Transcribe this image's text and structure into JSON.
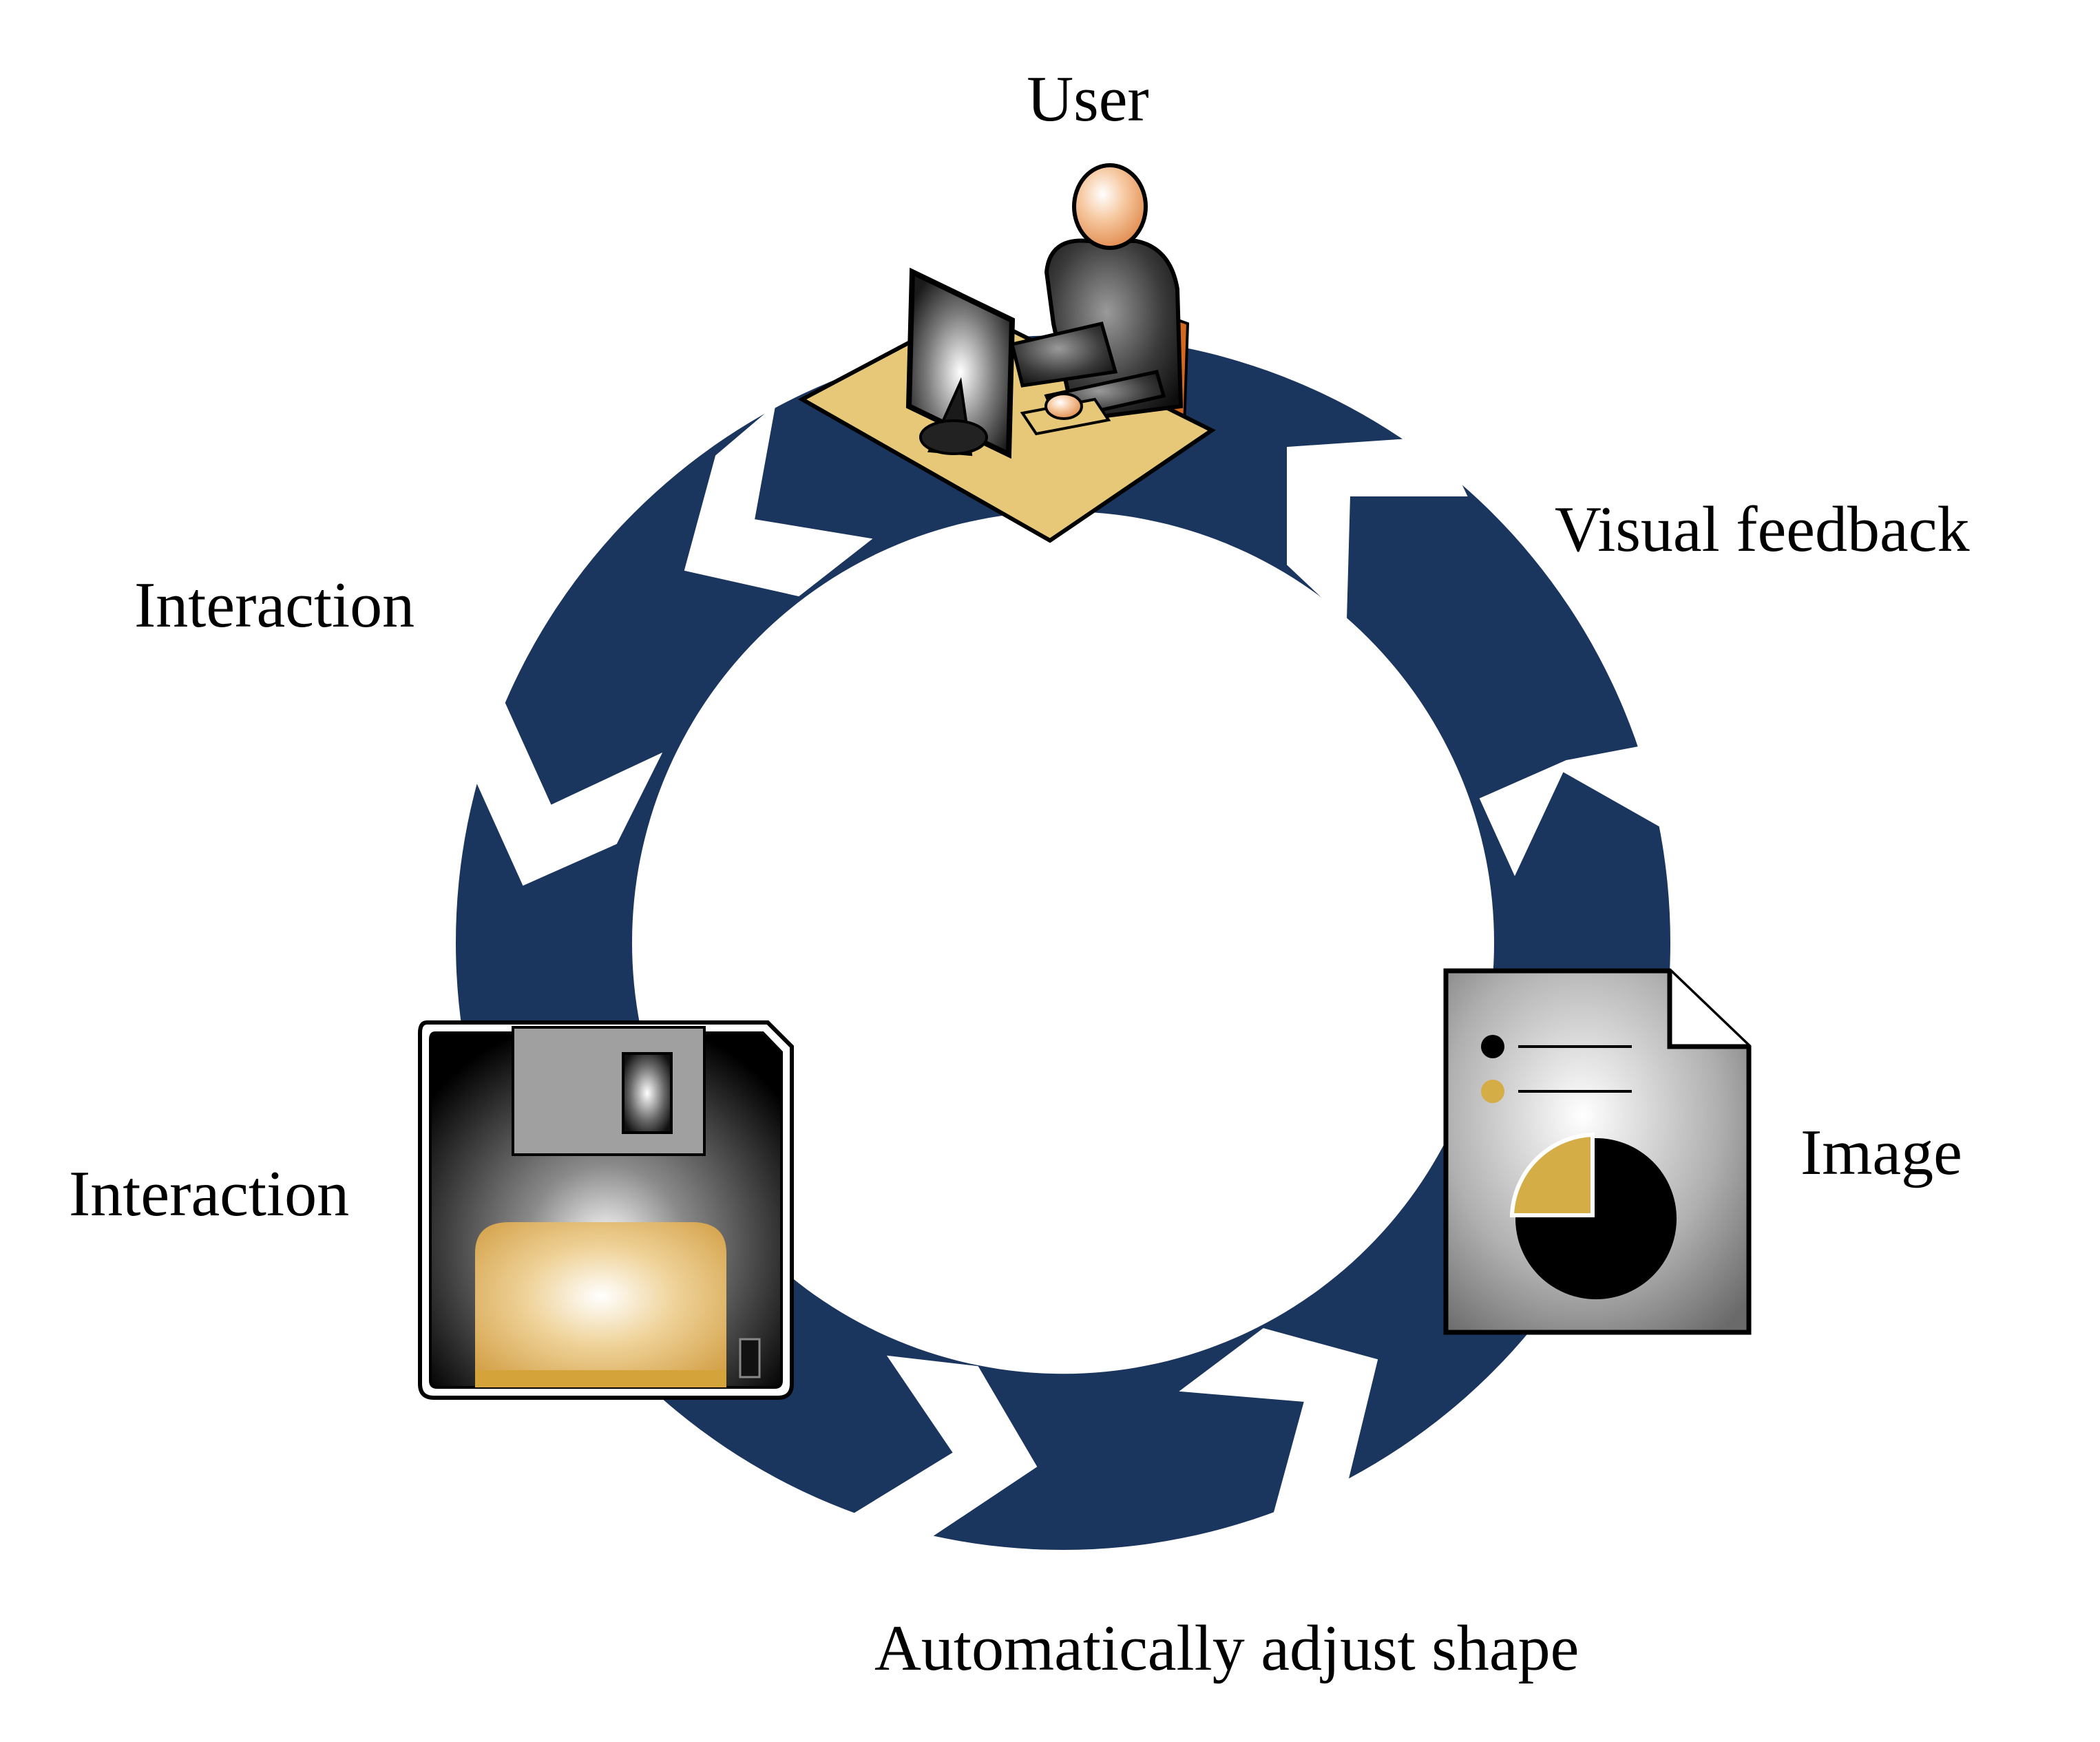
{
  "labels": {
    "user": "User",
    "visual_feedback": "Visual feedback",
    "interaction_top": "Interaction",
    "interaction_bottom": "Interaction",
    "image": "Image",
    "auto_adjust": "Automatically adjust shape"
  },
  "colors": {
    "ring": "#1b365e",
    "chevron": "#ffffff",
    "accent_gold": "#d4ad46",
    "desk": "#e6c878",
    "skin": "#f2b27a",
    "chair": "#d2691e",
    "dark": "#000000"
  },
  "icons": {
    "user": "user-at-computer-icon",
    "floppy": "floppy-disk-icon",
    "document": "document-chart-icon"
  }
}
